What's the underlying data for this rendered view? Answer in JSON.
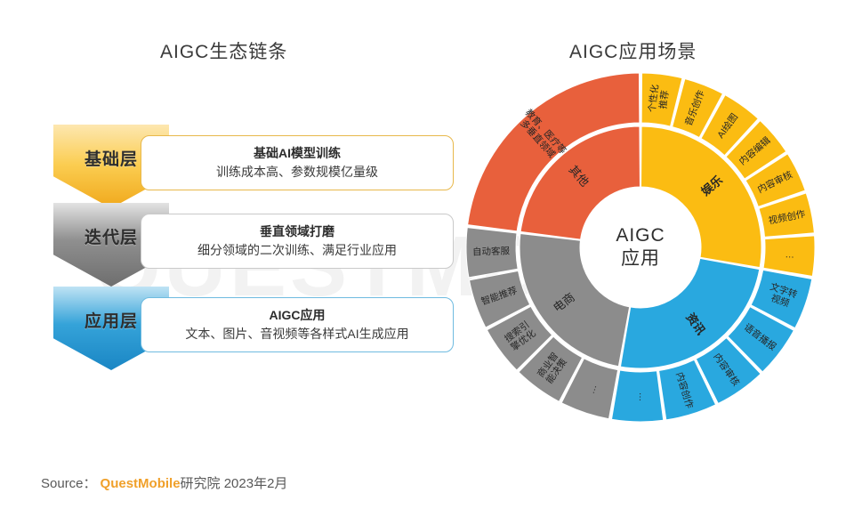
{
  "watermark": "QUESTMOBILE",
  "left_panel": {
    "title": "AIGC生态链条",
    "layers": [
      {
        "tag": "基础层",
        "heading": "基础AI模型训练",
        "subtitle": "训练成本高、参数规模亿量级",
        "color": "#f0a81b"
      },
      {
        "tag": "迭代层",
        "heading": "垂直领域打磨",
        "subtitle": "细分领域的二次训练、满足行业应用",
        "color": "#8f8f8f"
      },
      {
        "tag": "应用层",
        "heading": "AIGC应用",
        "subtitle": "文本、图片、音视频等各样式AI生成应用",
        "color": "#29a8df"
      }
    ]
  },
  "right_panel": {
    "title": "AIGC应用场景",
    "center_line1": "AIGC",
    "center_line2": "应用"
  },
  "chart_data": {
    "type": "pie",
    "chart_subtype": "sunburst",
    "title": "AIGC应用场景",
    "center_label": "AIGC 应用",
    "colors": {
      "entertainment": "#FBBC12",
      "information": "#29A8DF",
      "ecommerce": "#8C8C8C",
      "other": "#E8603C"
    },
    "inner_ring": [
      {
        "name": "娱乐",
        "start": 0,
        "end": 100,
        "value": 27.8,
        "color": "#FBBC12",
        "bold": true
      },
      {
        "name": "资讯",
        "start": 100,
        "end": 190,
        "value": 25.0,
        "color": "#29A8DF",
        "bold": true
      },
      {
        "name": "电商",
        "start": 190,
        "end": 277,
        "value": 24.2,
        "color": "#8C8C8C",
        "bold": false
      },
      {
        "name": "其他",
        "start": 277,
        "end": 360,
        "value": 23.0,
        "color": "#E8603C",
        "bold": false
      }
    ],
    "outer_ring": [
      {
        "name": "个性化推荐",
        "parent": "娱乐",
        "start": 0,
        "end": 14.3,
        "color": "#FBBC12"
      },
      {
        "name": "音乐创作",
        "parent": "娱乐",
        "start": 14.3,
        "end": 28.6,
        "color": "#FBBC12"
      },
      {
        "name": "AI绘图",
        "parent": "娱乐",
        "start": 28.6,
        "end": 42.9,
        "color": "#FBBC12"
      },
      {
        "name": "内容编辑",
        "parent": "娱乐",
        "start": 42.9,
        "end": 57.1,
        "color": "#FBBC12"
      },
      {
        "name": "内容审核",
        "parent": "娱乐",
        "start": 57.1,
        "end": 71.4,
        "color": "#FBBC12"
      },
      {
        "name": "视频创作",
        "parent": "娱乐",
        "start": 71.4,
        "end": 85.7,
        "color": "#FBBC12"
      },
      {
        "name": "…",
        "parent": "娱乐",
        "start": 85.7,
        "end": 100,
        "color": "#FBBC12"
      },
      {
        "name": "文字转视频",
        "parent": "资讯",
        "start": 100,
        "end": 118,
        "color": "#29A8DF"
      },
      {
        "name": "语音播报",
        "parent": "资讯",
        "start": 118,
        "end": 136,
        "color": "#29A8DF"
      },
      {
        "name": "内容审核",
        "parent": "资讯",
        "start": 136,
        "end": 154,
        "color": "#29A8DF"
      },
      {
        "name": "内容创作",
        "parent": "资讯",
        "start": 154,
        "end": 172,
        "color": "#29A8DF"
      },
      {
        "name": "…",
        "parent": "资讯",
        "start": 172,
        "end": 190,
        "color": "#29A8DF"
      },
      {
        "name": "…",
        "parent": "电商",
        "start": 190,
        "end": 207.4,
        "color": "#8C8C8C"
      },
      {
        "name": "商业智能决策",
        "parent": "电商",
        "start": 207.4,
        "end": 224.8,
        "color": "#8C8C8C"
      },
      {
        "name": "搜索引擎优化",
        "parent": "电商",
        "start": 224.8,
        "end": 242.2,
        "color": "#8C8C8C"
      },
      {
        "name": "智能推荐",
        "parent": "电商",
        "start": 242.2,
        "end": 259.6,
        "color": "#8C8C8C"
      },
      {
        "name": "自动客服",
        "parent": "电商",
        "start": 259.6,
        "end": 277,
        "color": "#8C8C8C"
      },
      {
        "name": "教育、医疗等多垂直领域",
        "parent": "其他",
        "start": 277,
        "end": 360,
        "color": "#E8603C"
      }
    ]
  },
  "footer": {
    "source_label": "Source：",
    "brand": "QuestMobile",
    "suffix": "研究院 2023年2月"
  }
}
